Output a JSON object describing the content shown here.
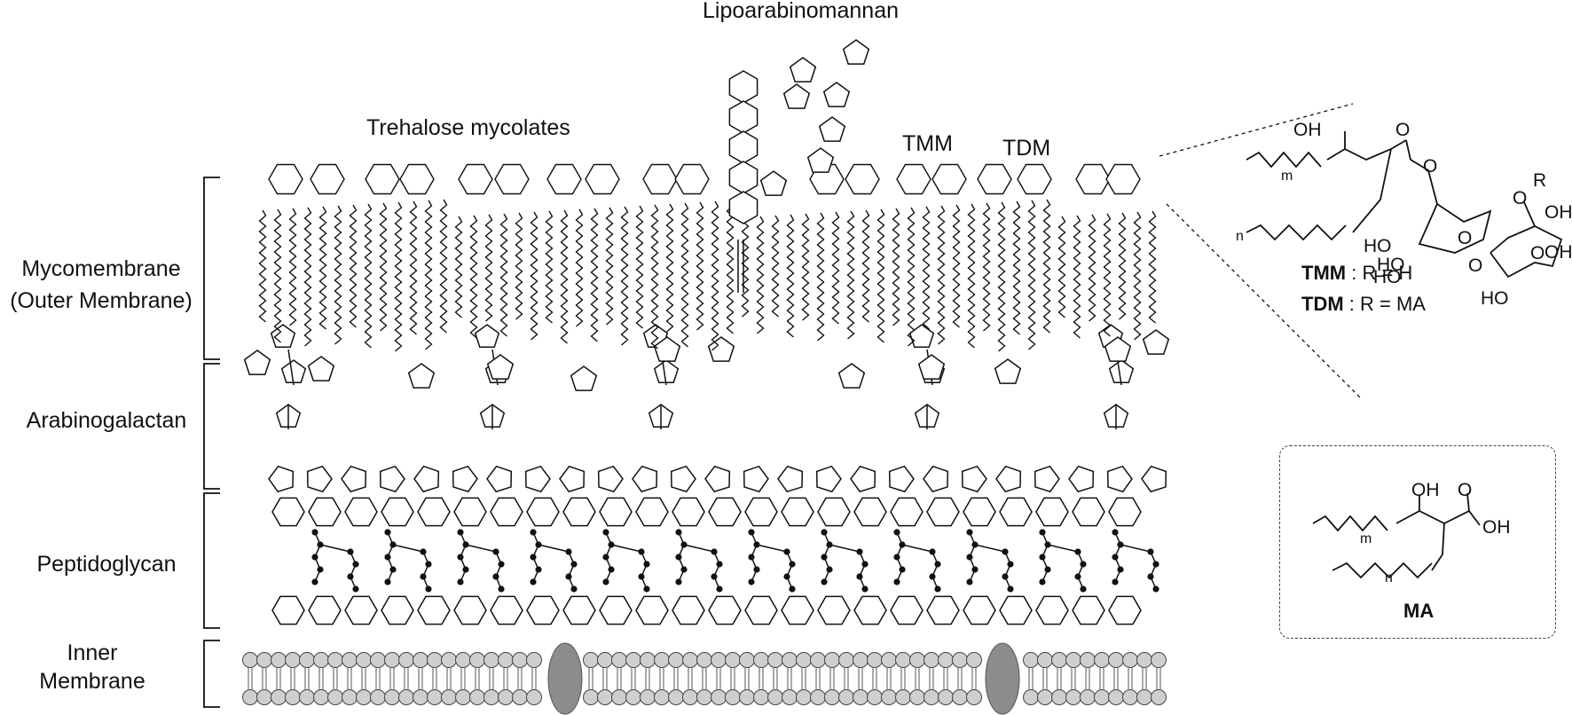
{
  "labels": {
    "lipoarabinomannan": "Lipoarabinomannan",
    "trehalose_mycolates": "Trehalose mycolates",
    "tmm": "TMM",
    "tdm": "TDM",
    "mycomembrane": "Mycomembrane",
    "outer_membrane": "(Outer Membrane)",
    "arabinogalactan": "Arabinogalactan",
    "peptidoglycan": "Peptidoglycan",
    "inner": "Inner",
    "membrane": "Membrane"
  },
  "structure": {
    "oh_top": "OH",
    "o_carbonyl": "O",
    "o_ester": "O",
    "m_sub": "m",
    "n_sub": "n",
    "r_group": "R",
    "o_r": "O",
    "ho_1": "HO",
    "ho_2": "HO",
    "ho_3": "HO",
    "ho_4": "HO",
    "oh_1": "OH",
    "oh_2": "OH",
    "o_ring1": "O",
    "o_ring2": "O",
    "o_link": "O",
    "tmm_name": "TMM",
    "tmm_def": ": R = H",
    "tdm_name": "TDM",
    "tdm_def": ": R = MA"
  },
  "ma": {
    "oh": "OH",
    "o": "O",
    "acid_oh": "OH",
    "m_sub": "m",
    "n_sub": "n",
    "name": "MA"
  }
}
